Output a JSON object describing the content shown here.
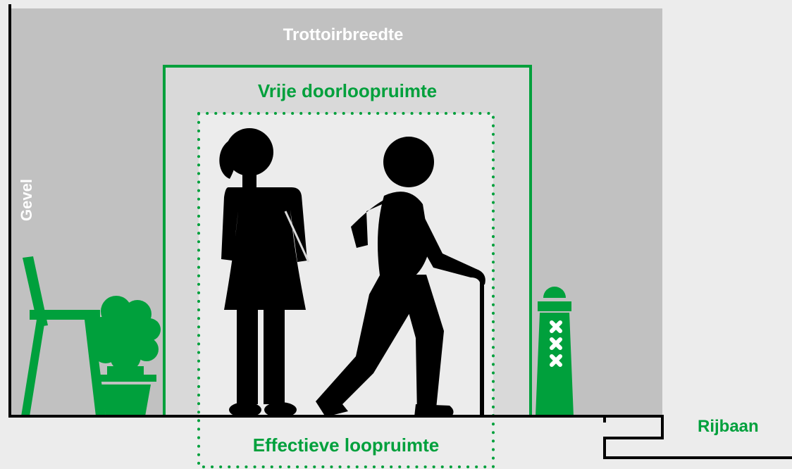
{
  "labels": {
    "trottoirbreedte": "Trottoirbreedte",
    "vrije_doorloopruimte": "Vrije doorloopruimte",
    "effectieve_loopruimte": "Effectieve loopruimte",
    "gevel": "Gevel",
    "rijbaan": "Rijbaan"
  },
  "icons": {
    "figures": [
      "woman-figure-icon",
      "elderly-man-with-cane-icon"
    ],
    "street_furniture": [
      "bench-icon",
      "potted-plant-icon",
      "amsterdammertje-bollard-icon"
    ]
  },
  "colors": {
    "background": "#ececec",
    "sidewalk": "#c1c1c1",
    "free_zone": "#d9d9d9",
    "effective_zone": "#ececec",
    "accent_green": "#00a03c",
    "figure": "#000000",
    "label_white": "#ffffff"
  }
}
